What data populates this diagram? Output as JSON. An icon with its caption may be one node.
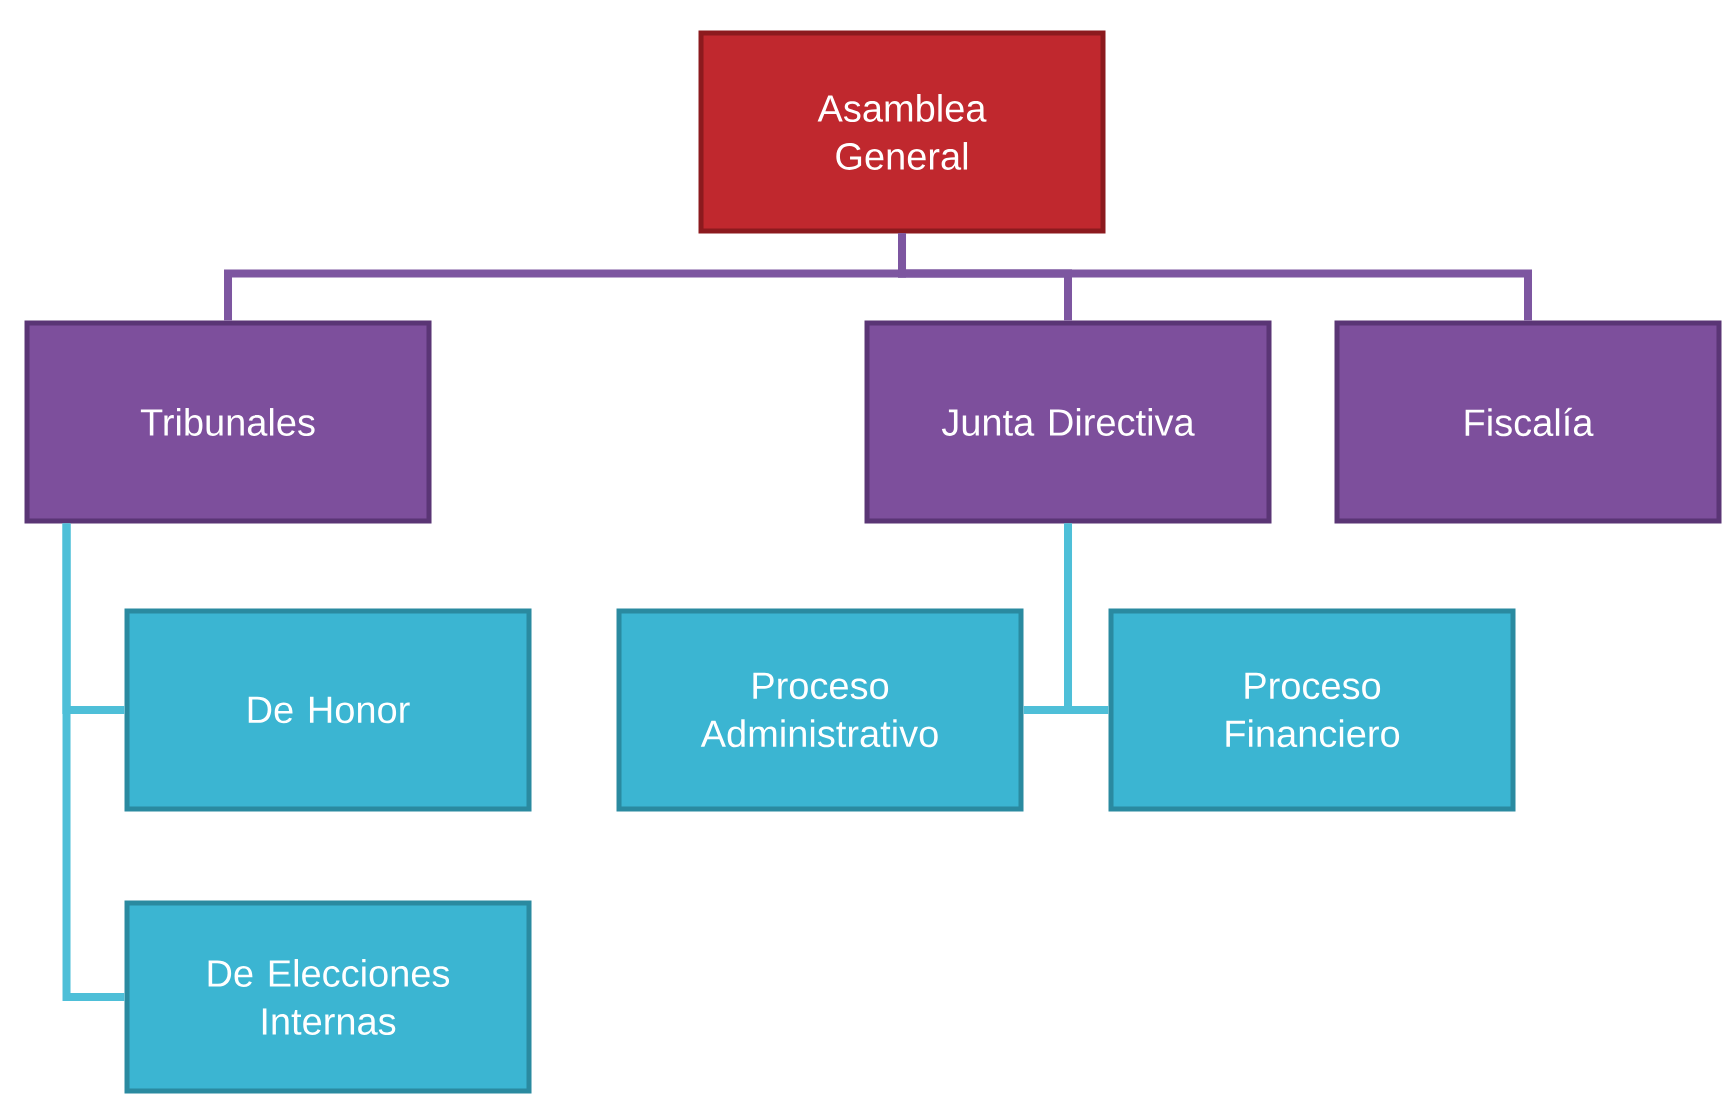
{
  "diagram": {
    "nodes": [
      {
        "text": [
          "Asamblea General"
        ]
      },
      {
        "text": [
          "Tribunales"
        ]
      },
      {
        "text": [
          "Junta Directiva"
        ]
      },
      {
        "text": [
          "Fiscalía"
        ]
      },
      {
        "text": [
          "De Honor"
        ]
      },
      {
        "text": [
          "De Elecciones Internas"
        ]
      },
      {
        "text": [
          "Proceso Administrativo"
        ]
      },
      {
        "text": [
          "Proceso Financiero"
        ]
      }
    ],
    "edges": [
      {
        "from": 0,
        "to": 1,
        "arrow": "none",
        "color": "#7d56a0"
      },
      {
        "from": 0,
        "to": 2,
        "arrow": "none",
        "color": "#7d56a0"
      },
      {
        "from": 0,
        "to": 3,
        "arrow": "none",
        "color": "#7d56a0"
      },
      {
        "from": 1,
        "to": 4,
        "arrow": "none"
      },
      {
        "from": 1,
        "to": 5,
        "arrow": "none"
      },
      {
        "from": 2,
        "to": 6,
        "arrow": "none"
      },
      {
        "from": 2,
        "to": 7,
        "arrow": "none"
      }
    ]
  }
}
